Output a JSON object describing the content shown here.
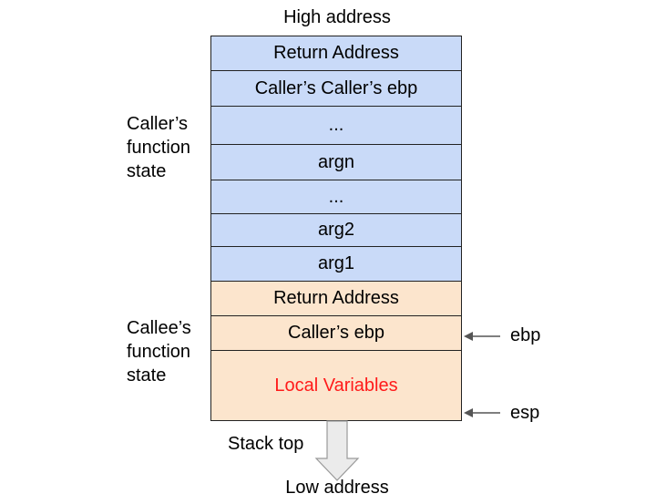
{
  "labels": {
    "high_address": "High address",
    "low_address": "Low address",
    "stack_top": "Stack top"
  },
  "caller_state": {
    "label_lines": [
      "Caller’s",
      "function",
      "state"
    ],
    "cells": [
      "Return Address",
      "Caller’s Caller’s ebp",
      "...",
      "argn",
      "...",
      "arg2",
      "arg1"
    ]
  },
  "callee_state": {
    "label_lines": [
      "Callee’s",
      "function",
      "state"
    ],
    "cells": [
      "Return Address",
      "Caller’s ebp",
      "Local Variables"
    ]
  },
  "pointers": {
    "ebp": "ebp",
    "esp": "esp"
  },
  "colors": {
    "caller_fill": "#c9daf8",
    "callee_fill": "#fce5cd",
    "local_vars_text": "#ff1a1a",
    "arrow_fill": "#ebebeb"
  }
}
